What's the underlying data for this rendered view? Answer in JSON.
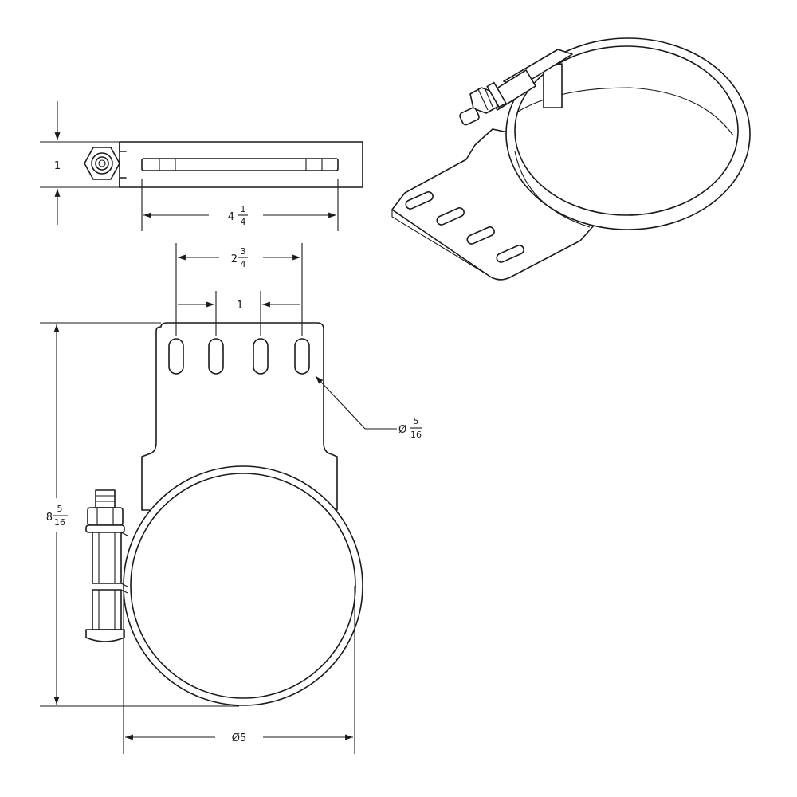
{
  "dimensions": {
    "thickness": {
      "value": "1"
    },
    "slot_span": {
      "whole": "4",
      "num": "1",
      "den": "4"
    },
    "outer_slot_spacing": {
      "whole": "2",
      "num": "3",
      "den": "4"
    },
    "slot_pitch": {
      "value": "1"
    },
    "slot_diameter": {
      "symbol": "Ø",
      "num": "5",
      "den": "16"
    },
    "overall_height": {
      "whole": "8",
      "num": "5",
      "den": "16"
    },
    "clamp_diameter": {
      "text": "Ø5"
    }
  },
  "colors": {
    "line": "#1a1a1a",
    "background": "#ffffff"
  }
}
